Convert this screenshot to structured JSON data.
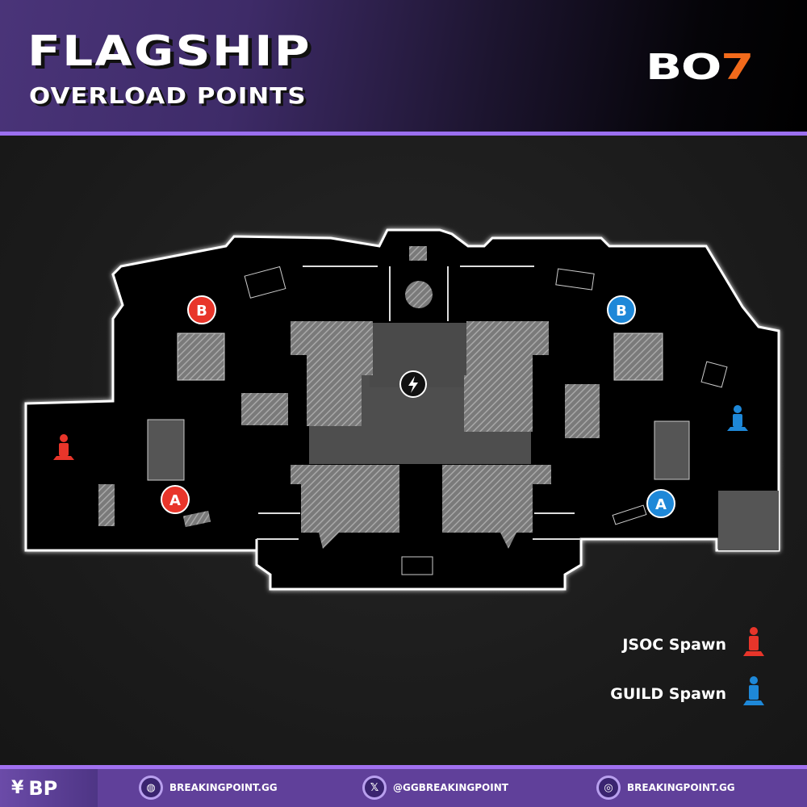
{
  "header": {
    "title": "FLAGSHIP",
    "subtitle": "OVERLOAD POINTS",
    "logo": "BO7",
    "logo_main": "BO",
    "logo_accent": "7"
  },
  "colors": {
    "accent": "#9b6ff0",
    "jsoc": "#e8352a",
    "guild": "#1e88d8",
    "logo_orange": "#f26a1b"
  },
  "map": {
    "points": [
      {
        "label": "B",
        "team": "jsoc"
      },
      {
        "label": "A",
        "team": "jsoc"
      },
      {
        "label": "B",
        "team": "guild"
      },
      {
        "label": "A",
        "team": "guild"
      }
    ],
    "center_icon": "overload-icon"
  },
  "legend": [
    {
      "label": "JSOC Spawn",
      "icon": "spawn-icon",
      "team": "jsoc"
    },
    {
      "label": "GUILD Spawn",
      "icon": "spawn-icon",
      "team": "guild"
    }
  ],
  "footer": {
    "brand": "BP",
    "links": [
      {
        "icon": "globe-icon",
        "label": "BREAKINGPOINT.GG"
      },
      {
        "icon": "x-icon",
        "label": "@GGBREAKINGPOINT"
      },
      {
        "icon": "instagram-icon",
        "label": "BREAKINGPOINT.GG"
      }
    ]
  }
}
